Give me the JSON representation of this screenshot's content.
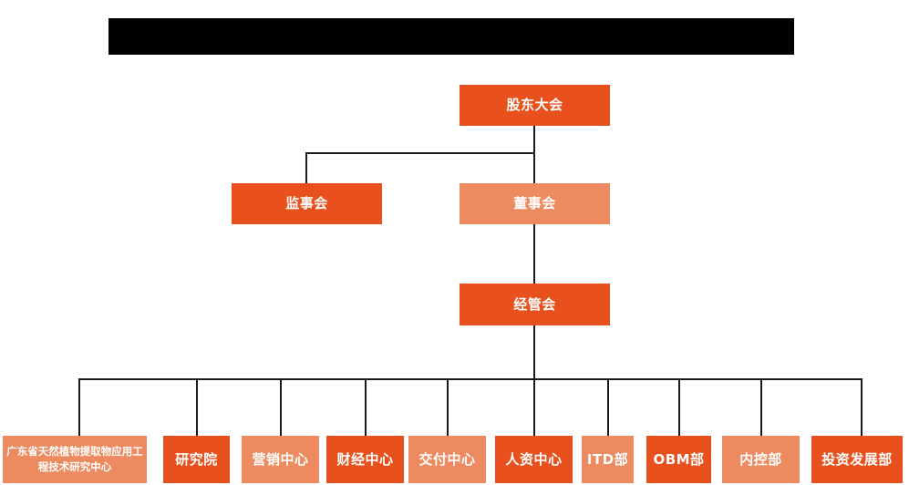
{
  "banner": {
    "name": "redacted-title-banner",
    "text": ""
  },
  "chart_data": {
    "type": "diagram",
    "title": "",
    "colors": {
      "accent_dark": "#E8511D",
      "accent_light": "#ED8A5F",
      "connector": "#1a1a1a",
      "background": "#FFFFFF",
      "banner": "#000000",
      "node_text": "#FFFFFF"
    },
    "nodes": [
      {
        "id": "n1",
        "label": "股东大会",
        "level": 0,
        "tone": "dark"
      },
      {
        "id": "n2",
        "label": "监事会",
        "level": 1,
        "tone": "dark"
      },
      {
        "id": "n3",
        "label": "董事会",
        "level": 1,
        "tone": "light"
      },
      {
        "id": "n4",
        "label": "经管会",
        "level": 2,
        "tone": "dark"
      },
      {
        "id": "n5",
        "label": "广东省天然植物提取物应用工程技术研究中心",
        "level": 3,
        "tone": "light"
      },
      {
        "id": "n6",
        "label": "研究院",
        "level": 3,
        "tone": "dark"
      },
      {
        "id": "n7",
        "label": "营销中心",
        "level": 3,
        "tone": "light"
      },
      {
        "id": "n8",
        "label": "财经中心",
        "level": 3,
        "tone": "dark"
      },
      {
        "id": "n9",
        "label": "交付中心",
        "level": 3,
        "tone": "light"
      },
      {
        "id": "n10",
        "label": "人资中心",
        "level": 3,
        "tone": "dark"
      },
      {
        "id": "n11",
        "label": "ITD部",
        "level": 3,
        "tone": "light"
      },
      {
        "id": "n12",
        "label": "OBM部",
        "level": 3,
        "tone": "dark"
      },
      {
        "id": "n13",
        "label": "内控部",
        "level": 3,
        "tone": "light"
      },
      {
        "id": "n14",
        "label": "投资发展部",
        "level": 3,
        "tone": "dark"
      }
    ],
    "edges": [
      {
        "from": "n1",
        "to": "n2"
      },
      {
        "from": "n1",
        "to": "n3"
      },
      {
        "from": "n3",
        "to": "n4"
      },
      {
        "from": "n4",
        "to": "n5"
      },
      {
        "from": "n4",
        "to": "n6"
      },
      {
        "from": "n4",
        "to": "n7"
      },
      {
        "from": "n4",
        "to": "n8"
      },
      {
        "from": "n4",
        "to": "n9"
      },
      {
        "from": "n4",
        "to": "n10"
      },
      {
        "from": "n4",
        "to": "n11"
      },
      {
        "from": "n4",
        "to": "n12"
      },
      {
        "from": "n4",
        "to": "n13"
      },
      {
        "from": "n4",
        "to": "n14"
      }
    ]
  }
}
